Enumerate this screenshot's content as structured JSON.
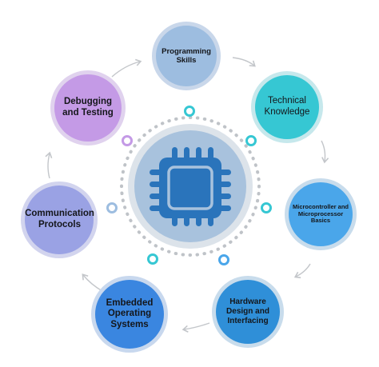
{
  "diagram": {
    "center": {
      "icon": "microchip-icon",
      "color": "#2a74bb"
    },
    "nodes": [
      {
        "id": "programming",
        "label": "Programming Skills",
        "fill": "#9dbde0",
        "ring": "#c9d7ea"
      },
      {
        "id": "technical",
        "label": "Technical Knowledge",
        "fill": "#36c7d3",
        "ring": "#c6e8ec"
      },
      {
        "id": "micro",
        "label": "Microcontroller and Microprocessor Basics",
        "fill": "#4aa6ea",
        "ring": "#c8dcec"
      },
      {
        "id": "hardware",
        "label": "Hardware Design and Interfacing",
        "fill": "#2f8fd8",
        "ring": "#c8dcec"
      },
      {
        "id": "embedded",
        "label": "Embedded Operating Systems",
        "fill": "#3a86e0",
        "ring": "#c8d8ee"
      },
      {
        "id": "communication",
        "label": "Communication Protocols",
        "fill": "#9aa2e4",
        "ring": "#d2d4ee"
      },
      {
        "id": "debugging",
        "label": "Debugging and Testing",
        "fill": "#c49ae6",
        "ring": "#e0d2ee"
      }
    ]
  }
}
